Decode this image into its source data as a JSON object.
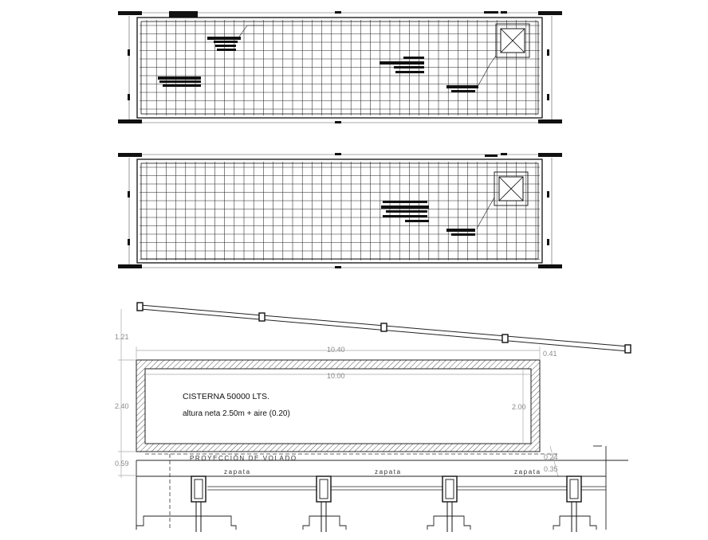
{
  "plan_top": {},
  "plan_middle": {},
  "section": {
    "roof_height": "1.21",
    "outer_length": "10.40",
    "inner_length": "10.00",
    "overhang": "0.41",
    "outer_height": "2.40",
    "inner_height": "2.00",
    "footing_height": "0.59",
    "slab_top": "0.24",
    "slab_bottom": "0.35",
    "tank_title": "CISTERNA 50000 LTS.",
    "tank_note": "altura neta 2.50m + aire (0.20)",
    "projection_label": "PROYECCIÓN DE VOLADO",
    "footing_labels": [
      "zapata",
      "zapata",
      "zapata"
    ]
  }
}
